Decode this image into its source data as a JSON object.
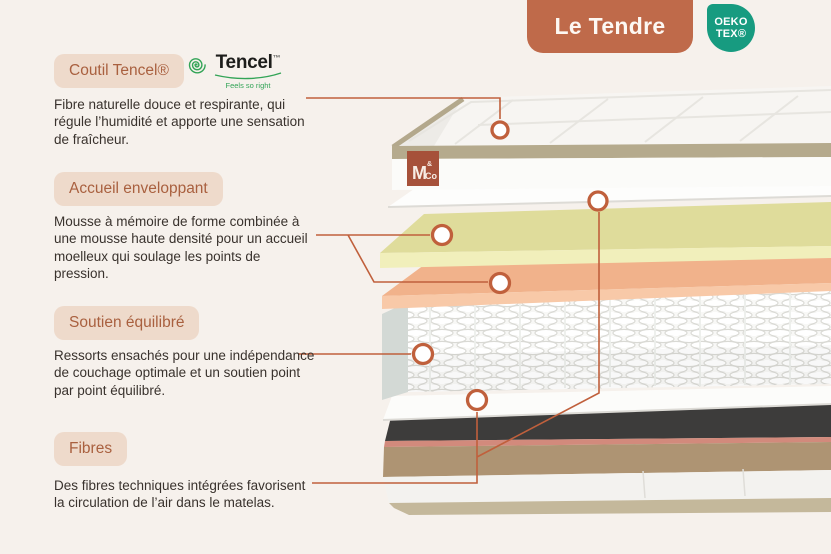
{
  "colors": {
    "bg": "#f6f1ec",
    "accent": "#c0603c",
    "banner": "#bf6a4a",
    "banner-text": "#fdf8f3",
    "pill-bg": "#eedacb",
    "pill-text": "#a9603f",
    "text": "#39322d",
    "teal": "#179b80",
    "green": "#33a457",
    "tencel-dark": "#1d1d1b",
    "badge": "#a6513a"
  },
  "header": {
    "title": "Le Tendre",
    "certification": {
      "line1": "OEKO",
      "line2": "TEX®"
    }
  },
  "tencel_logo": {
    "wordmark": "Tencel",
    "trademark": "™",
    "tagline": "Feels so right"
  },
  "sections": [
    {
      "label": "Coutil Tencel®",
      "body": "Fibre naturelle douce et respirante, qui régule l’humidité et apporte une sensation de fraîcheur."
    },
    {
      "label": "Accueil enveloppant",
      "body": "Mousse à mémoire de forme combinée à une mousse haute densité pour un accueil moelleux qui soulage les points de pression."
    },
    {
      "label": "Soutien équilibré",
      "body": "Ressorts ensachés pour une indépendance de couchage optimale et un soutien point par point équilibré."
    },
    {
      "label": "Fibres",
      "body": "Des fibres techniques intégrées favorisent la circulation de l’air dans le matelas."
    }
  ],
  "mattress": {
    "brand_badge": {
      "m": "M",
      "amp": "&",
      "co": "Co"
    },
    "layers": [
      {
        "name": "topper-top",
        "color": "#f7f5f2"
      },
      {
        "name": "topper-band",
        "color": "#b5aa8d"
      },
      {
        "name": "topper-side",
        "color": "#fbfbf9"
      },
      {
        "name": "fibre-upper",
        "color": "#fdfdfc"
      },
      {
        "name": "foam-yellow-top",
        "color": "#dfdc9b"
      },
      {
        "name": "foam-yellow-front",
        "color": "#f1efbb"
      },
      {
        "name": "foam-orange-top",
        "color": "#f1b28b"
      },
      {
        "name": "foam-orange-front",
        "color": "#f8c9a8"
      },
      {
        "name": "springs-side",
        "color": "#d3d9d5"
      },
      {
        "name": "fibre-lower",
        "color": "#fcfcfa"
      },
      {
        "name": "base-top",
        "color": "#3d3c3b"
      },
      {
        "name": "base-stripe",
        "color": "#d28a7c"
      },
      {
        "name": "base-mocha",
        "color": "#ae9473"
      },
      {
        "name": "base-white",
        "color": "#f3f2ef"
      },
      {
        "name": "base-tan",
        "color": "#c4b89b"
      }
    ]
  }
}
